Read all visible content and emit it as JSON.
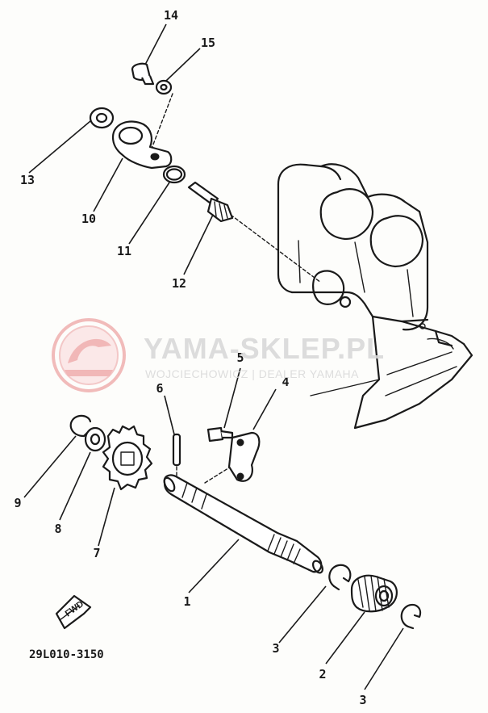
{
  "diagram": {
    "drawing_code": "29L010-3150",
    "fwd_label": "FWD",
    "callouts": {
      "c1": "1",
      "c2": "2",
      "c3a": "3",
      "c3b": "3",
      "c4": "4",
      "c5": "5",
      "c6": "6",
      "c7": "7",
      "c8": "8",
      "c9": "9",
      "c10": "10",
      "c11": "11",
      "c12": "12",
      "c13": "13",
      "c14": "14",
      "c15": "15"
    }
  },
  "watermark": {
    "title": "YAMA-SKLEP.PL",
    "subtitle": "WOJCIECHOWICZ | DEALER YAMAHA",
    "color": "#e05a5a"
  }
}
